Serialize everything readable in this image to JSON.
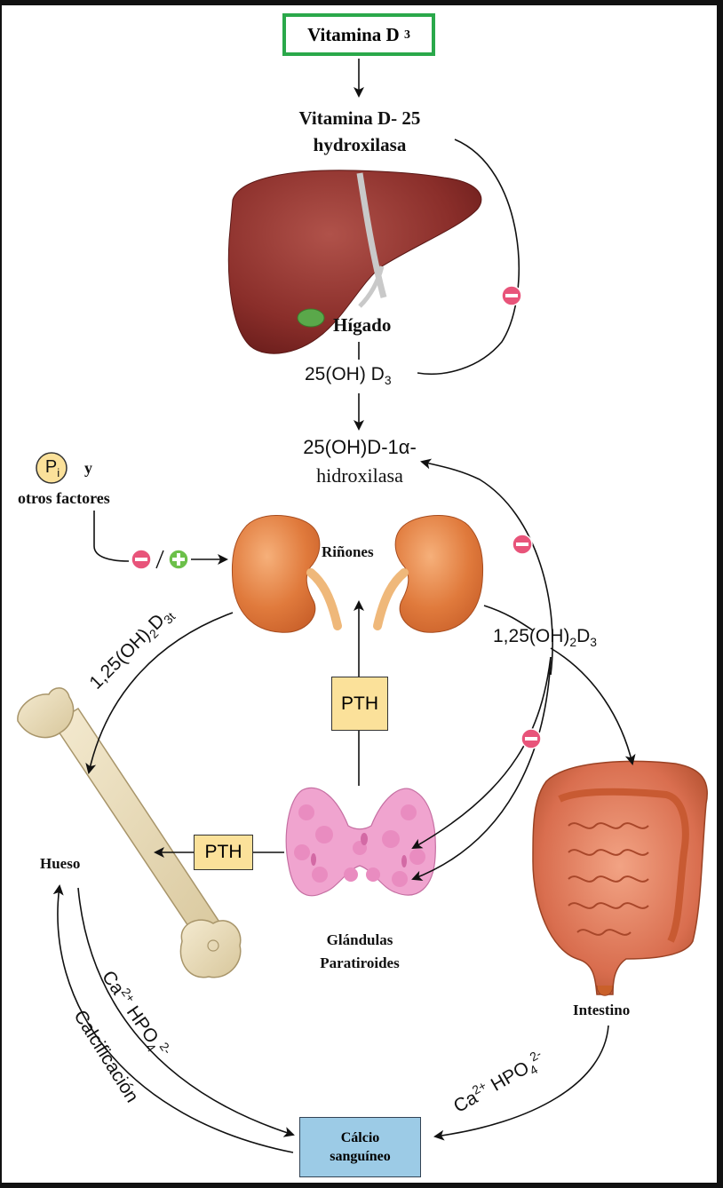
{
  "title": {
    "main": "Vitamina D",
    "sub": "3"
  },
  "enzyme_liver": {
    "line1": "Vitamina D- 25",
    "line2": "hydroxilasa"
  },
  "liver_label": "Hígado",
  "metabolite_25": {
    "main": "25(OH) D",
    "sub": "3"
  },
  "enzyme_kidney": {
    "line1": "25(OH)D-1α-",
    "line2": "hidroxilasa"
  },
  "phosphate": {
    "symbol": "P",
    "symbol_sub": "i",
    "conj": "y",
    "line2": "otros factores"
  },
  "kidney_label": "Riñones",
  "calcitriol_left": {
    "a": "1,25(OH)",
    "b": "2",
    "c": "D",
    "d": "3t"
  },
  "calcitriol_right": {
    "a": "1,25(OH)",
    "b": "2",
    "c": "D",
    "d": "3"
  },
  "pth_up": "PTH",
  "pth_left": "PTH",
  "bone_label": "Hueso",
  "parathyroid_label": {
    "line1": "Glándulas",
    "line2": "Paratiroides"
  },
  "intestine_label": "Intestino",
  "ion_left": {
    "ca": "Ca",
    "ca_sup": "2+",
    "hpo": " HPO",
    "hpo_sub": "4",
    "hpo_sup": "2-"
  },
  "ion_right": {
    "ca": "Ca",
    "ca_sup": "2+",
    "hpo": " HPO",
    "hpo_sub": "4",
    "hpo_sup": "2-"
  },
  "calcification_label": "Calcificación",
  "blood_calcium": {
    "line1": "Cálcio",
    "line2": "sanguíneo"
  },
  "colors": {
    "title_border": "#2aa84a",
    "pth_fill": "#fbe19a",
    "blood_fill": "#9ccbe6",
    "inhibit": "#e8547a",
    "stimulate": "#6cc04a",
    "pi_fill": "#fbe19a"
  }
}
